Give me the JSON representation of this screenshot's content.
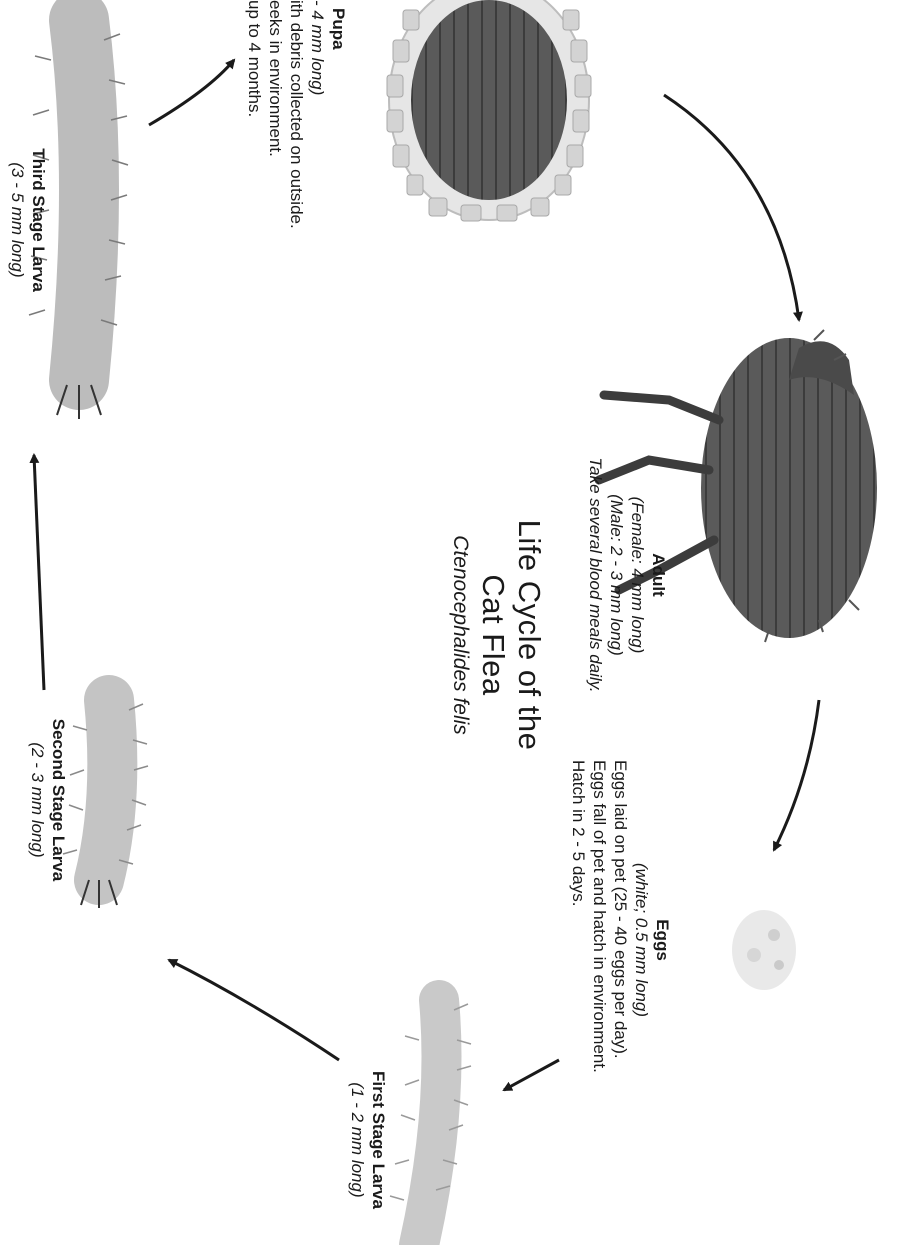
{
  "title": "Life Cycle of the\nCat Flea",
  "title_line1": "Life Cycle of the",
  "title_line2": "Cat Flea",
  "species": "Ctenocephalides felis",
  "stages": {
    "adult": {
      "name": "Adult",
      "size_female": "(Female: 4 mm long)",
      "size_male": "(Male: 2 - 3 mm long)",
      "note": "Take several blood meals daily."
    },
    "eggs": {
      "name": "Eggs",
      "size": "(white; 0.5 mm long)",
      "line1": "Eggs laid on pet (25 - 40 eggs per day).",
      "line2": "Eggs fall of pet and hatch in environment.",
      "line3": "Hatch in 2 - 5 days."
    },
    "first_larva": {
      "name": "First Stage Larva",
      "size": "(1 - 2 mm long)"
    },
    "second_larva": {
      "name": "Second Stage Larva",
      "size": "(2 - 3 mm long)"
    },
    "third_larva": {
      "name": "Third Stage Larva",
      "size": "(3 - 5 mm long)"
    },
    "pupa": {
      "name": "Pupa",
      "size": "- 4 mm long)",
      "line1": "ith debris collected on outside.",
      "line2": "eeks in environment.",
      "line3": "up to 4 months."
    }
  },
  "colors": {
    "ink": "#1a1a1a",
    "body_dark": "#555555",
    "debris": "#d9d9d9"
  }
}
